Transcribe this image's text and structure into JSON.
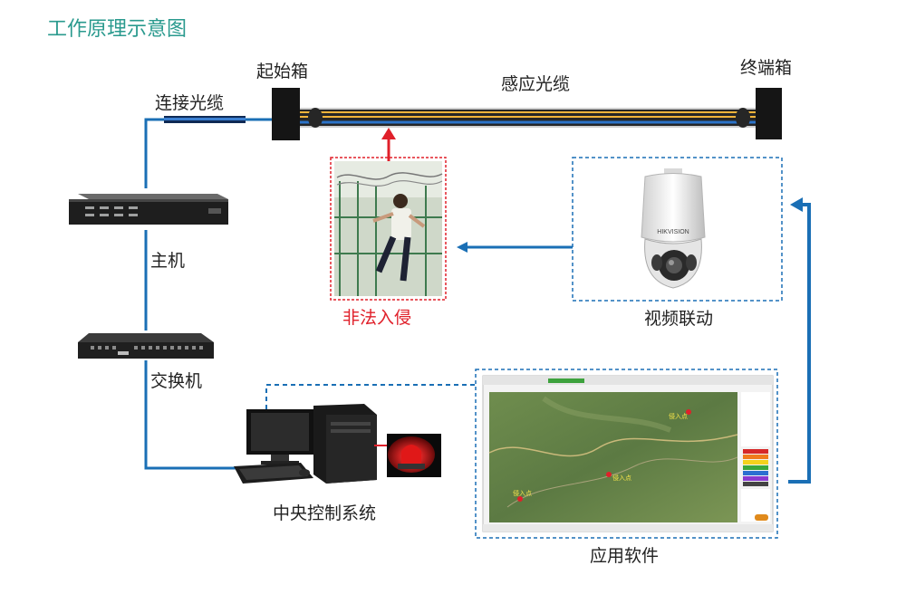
{
  "title": "工作原理示意图",
  "labels": {
    "connect_cable": "连接光缆",
    "start_box": "起始箱",
    "sensing_cable": "感应光缆",
    "end_box": "终端箱",
    "host": "主机",
    "switch": "交换机",
    "intrusion": "非法入侵",
    "video_link": "视频联动",
    "central_control": "中央控制系统",
    "app_software": "应用软件"
  },
  "camera_brand": "HIKVISION",
  "map_markers": [
    "侵入点",
    "侵入点",
    "侵入点"
  ],
  "colors": {
    "title": "#2a9a8e",
    "link_line": "#1a6fb5",
    "alert": "#e0202a",
    "cable_yellow": "#f3b43a",
    "cable_blue": "#2b73c9",
    "box": "#151515"
  },
  "icons": [
    "rack-host-icon",
    "network-switch-icon",
    "ptz-camera-icon",
    "desktop-pc-icon",
    "alarm-light-icon"
  ]
}
